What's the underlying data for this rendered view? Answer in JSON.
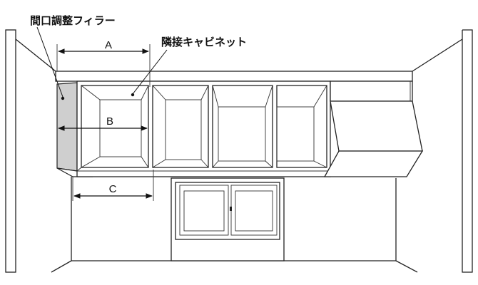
{
  "labels": {
    "filler": "間口調整フィラー",
    "adjacent_cabinet": "隣接キャビネット"
  },
  "dimensions": {
    "a": "A",
    "b": "B",
    "c": "C"
  },
  "colors": {
    "filler_fill": "#cfcfcf",
    "line": "#222222"
  }
}
